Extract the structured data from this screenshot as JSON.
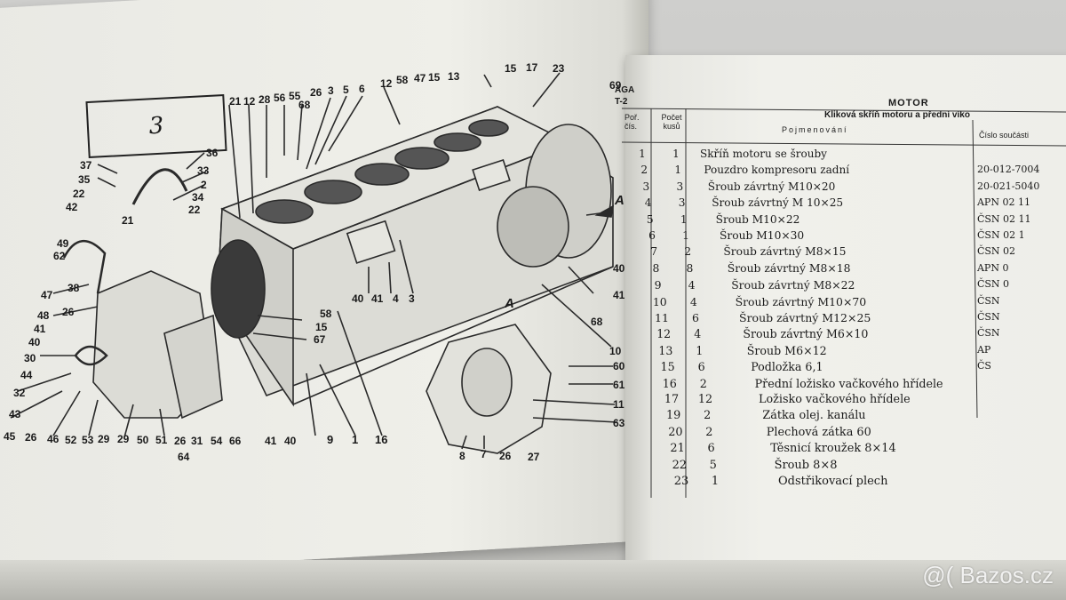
{
  "left_page": {
    "figure_number": "3",
    "view_label": "A",
    "callouts": [
      "21",
      "12",
      "28",
      "56",
      "55",
      "68",
      "26",
      "3",
      "5",
      "6",
      "12",
      "58",
      "47",
      "15",
      "13",
      "15",
      "17",
      "23",
      "69",
      "36",
      "33",
      "37",
      "35",
      "22",
      "2",
      "34",
      "22",
      "42",
      "21",
      "49",
      "62",
      "47",
      "48",
      "26",
      "38",
      "41",
      "40",
      "30",
      "44",
      "32",
      "43",
      "45",
      "26",
      "46",
      "52",
      "53",
      "29",
      "29",
      "50",
      "51",
      "26",
      "31",
      "64",
      "54",
      "66",
      "41",
      "40",
      "9",
      "1",
      "16",
      "40",
      "41",
      "4",
      "3",
      "58",
      "15",
      "67",
      "68",
      "10",
      "40",
      "41",
      "60",
      "61",
      "11",
      "63",
      "8",
      "7",
      "26",
      "27"
    ]
  },
  "right_page": {
    "partial_header": [
      "AGA",
      "T-2"
    ],
    "header_title": "MOTOR",
    "header_subtitle": "Kliková skříň motoru a přední víko",
    "col_row_no": "Poř. čís.",
    "col_qty": "Počet kusů",
    "col_name": "Pojmenování",
    "col_part": "Číslo součásti",
    "rows": [
      {
        "no": "1",
        "qty": "1",
        "name": "Skříň motoru se šrouby",
        "part": ""
      },
      {
        "no": "2",
        "qty": "1",
        "name": "Pouzdro kompresoru zadní",
        "part": "20-012-7004"
      },
      {
        "no": "3",
        "qty": "3",
        "name": "Šroub závrtný M10×20",
        "part": "20-021-5040"
      },
      {
        "no": "4",
        "qty": "3",
        "name": "Šroub závrtný M 10×25",
        "part": "APN 02 11"
      },
      {
        "no": "5",
        "qty": "1",
        "name": "Šroub M10×22",
        "part": "ČSN 02 11"
      },
      {
        "no": "6",
        "qty": "1",
        "name": "Šroub M10×30",
        "part": "ČSN 02 1"
      },
      {
        "no": "7",
        "qty": "2",
        "name": "Šroub závrtný M8×15",
        "part": "ČSN 02"
      },
      {
        "no": "8",
        "qty": "8",
        "name": "Šroub závrtný M8×18",
        "part": "APN 0"
      },
      {
        "no": "9",
        "qty": "4",
        "name": "Šroub závrtný M8×22",
        "part": "ČSN 0"
      },
      {
        "no": "10",
        "qty": "4",
        "name": "Šroub závrtný M10×70",
        "part": "ČSN"
      },
      {
        "no": "11",
        "qty": "6",
        "name": "Šroub závrtný M12×25",
        "part": "ČSN"
      },
      {
        "no": "12",
        "qty": "4",
        "name": "Šroub závrtný M6×10",
        "part": "ČSN"
      },
      {
        "no": "13",
        "qty": "1",
        "name": "Šroub M6×12",
        "part": "AP"
      },
      {
        "no": "15",
        "qty": "6",
        "name": "Podložka 6,1",
        "part": "ČS"
      },
      {
        "no": "16",
        "qty": "2",
        "name": "Přední ložisko vačkového hřídele",
        "part": ""
      },
      {
        "no": "17",
        "qty": "12",
        "name": "Ložisko vačkového hřídele",
        "part": ""
      },
      {
        "no": "19",
        "qty": "2",
        "name": "Zátka olej. kanálu",
        "part": ""
      },
      {
        "no": "20",
        "qty": "2",
        "name": "Plechová zátka 60",
        "part": ""
      },
      {
        "no": "21",
        "qty": "6",
        "name": "Těsnicí kroužek 8×14",
        "part": ""
      },
      {
        "no": "22",
        "qty": "5",
        "name": "Šroub 8×8",
        "part": ""
      },
      {
        "no": "23",
        "qty": "1",
        "name": "Odstřikovací plech",
        "part": ""
      }
    ]
  },
  "watermark": "@( Bazos.cz"
}
